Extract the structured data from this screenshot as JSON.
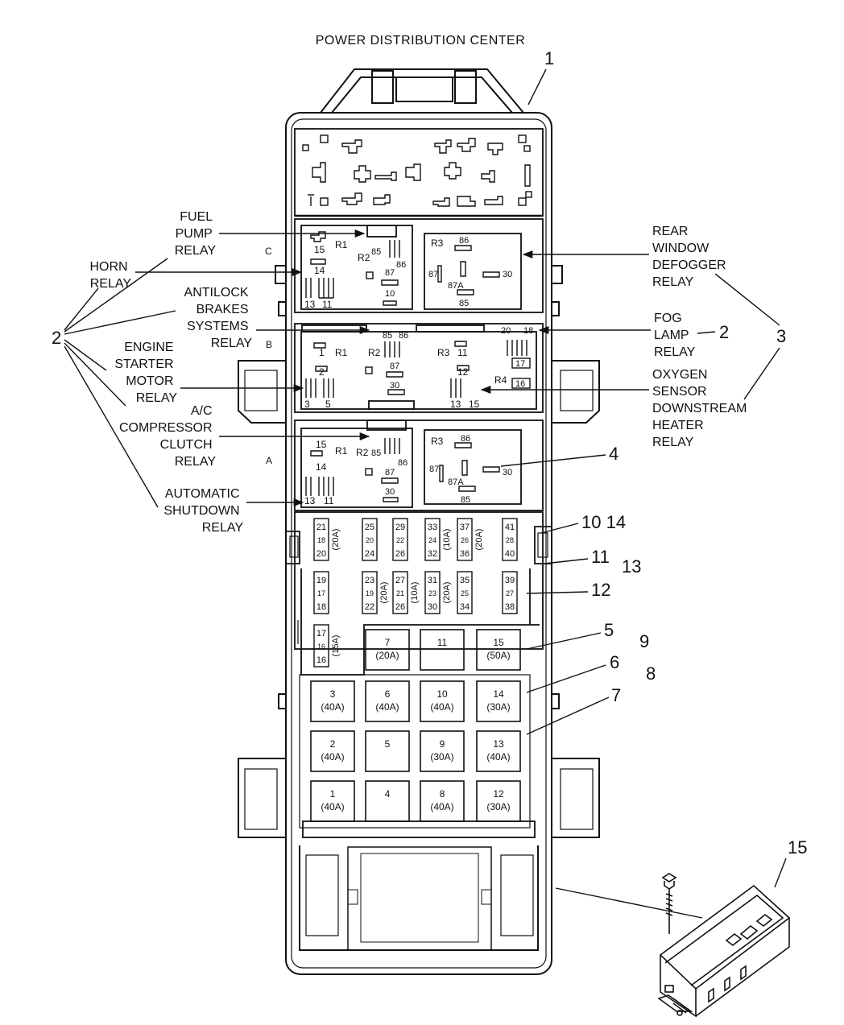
{
  "title": "POWER DISTRIBUTION CENTER",
  "callouts": {
    "n1": "1",
    "n2a": "2",
    "n2b": "2",
    "n3": "3",
    "n4": "4",
    "n5": "5",
    "n6": "6",
    "n7": "7",
    "n8": "8",
    "n9": "9",
    "n10_14": "10 14",
    "n11": "11",
    "n13": "13",
    "n12": "12",
    "n15": "15"
  },
  "labels": {
    "fuel_pump_relay": [
      "FUEL",
      "PUMP",
      "RELAY"
    ],
    "horn_relay": [
      "HORN",
      "RELAY"
    ],
    "antilock_relay": [
      "ANTILOCK",
      "BRAKES",
      "SYSTEMS",
      "RELAY"
    ],
    "starter_relay": [
      "ENGINE",
      "STARTER",
      "MOTOR",
      "RELAY"
    ],
    "ac_relay": [
      "A/C",
      "COMPRESSOR",
      "CLUTCH",
      "RELAY"
    ],
    "asd_relay": [
      "AUTOMATIC",
      "SHUTDOWN",
      "RELAY"
    ],
    "defogger_relay": [
      "REAR",
      "WINDOW",
      "DEFOGGER",
      "RELAY"
    ],
    "fog_relay": [
      "FOG",
      "LAMP",
      "RELAY"
    ],
    "o2_relay": [
      "OXYGEN",
      "SENSOR",
      "DOWNSTREAM",
      "HEATER",
      "RELAY"
    ]
  },
  "section_letters": {
    "c": "C",
    "b": "B",
    "a": "A"
  },
  "relay_block_c": {
    "r1": "R1",
    "r2": "R2",
    "r3": "R3",
    "t15": "15",
    "t14": "14",
    "t13": "13",
    "t11": "11",
    "t85": "85",
    "t86": "86",
    "t87": "87",
    "t10": "10",
    "r3_86": "86",
    "r3_87": "87",
    "r3_87a": "87A",
    "r3_30": "30",
    "r3_85": "85"
  },
  "relay_block_b": {
    "r1": "R1",
    "r2": "R2",
    "r3": "R3",
    "r4": "R4",
    "t1": "1",
    "t2": "2",
    "t3": "3",
    "t5": "5",
    "t85": "85",
    "t86": "86",
    "t87": "87",
    "t30": "30",
    "t11": "11",
    "t12": "12",
    "t13": "13",
    "t15": "15",
    "t20": "20",
    "t18": "18",
    "t17": "17",
    "t16": "16"
  },
  "relay_block_a": {
    "r1": "R1",
    "r2": "R2",
    "r3": "R3",
    "t15": "15",
    "t14": "14",
    "t13": "13",
    "t11": "11",
    "t85": "85",
    "t86": "86",
    "t87": "87",
    "t30": "30",
    "r3_86": "86",
    "r3_87": "87",
    "r3_87a": "87A",
    "r3_30": "30",
    "r3_85": "85"
  },
  "mini_fuses_row1": [
    {
      "top": "21",
      "mid": "18",
      "bot": "20",
      "amp": "(20A)"
    },
    {
      "top": "25",
      "mid": "20",
      "bot": "24",
      "amp": ""
    },
    {
      "top": "29",
      "mid": "22",
      "bot": "26",
      "amp": ""
    },
    {
      "top": "33",
      "mid": "24",
      "bot": "32",
      "amp": "(10A)"
    },
    {
      "top": "37",
      "mid": "26",
      "bot": "36",
      "amp": "(20A)"
    },
    {
      "top": "41",
      "mid": "28",
      "bot": "40",
      "amp": ""
    }
  ],
  "mini_fuses_row2": [
    {
      "top": "19",
      "mid": "17",
      "bot": "18",
      "amp": ""
    },
    {
      "top": "23",
      "mid": "19",
      "bot": "22",
      "amp": "(20A)"
    },
    {
      "top": "27",
      "mid": "21",
      "bot": "26",
      "amp": "(10A)"
    },
    {
      "top": "31",
      "mid": "23",
      "bot": "30",
      "amp": "(20A)"
    },
    {
      "top": "35",
      "mid": "25",
      "bot": "34",
      "amp": ""
    },
    {
      "top": "39",
      "mid": "27",
      "bot": "38",
      "amp": ""
    }
  ],
  "mini_fuse_row3": {
    "top": "17",
    "mid": "16",
    "bot": "16",
    "amp": "(15A)"
  },
  "maxi_fuses": [
    [
      {
        "num": "7",
        "amp": "(20A)"
      },
      {
        "num": "11",
        "amp": ""
      },
      {
        "num": "15",
        "amp": "(50A)"
      }
    ],
    [
      {
        "num": "3",
        "amp": "(40A)"
      },
      {
        "num": "6",
        "amp": "(40A)"
      },
      {
        "num": "10",
        "amp": "(40A)"
      },
      {
        "num": "14",
        "amp": "(30A)"
      }
    ],
    [
      {
        "num": "2",
        "amp": "(40A)"
      },
      {
        "num": "5",
        "amp": ""
      },
      {
        "num": "9",
        "amp": "(30A)"
      },
      {
        "num": "13",
        "amp": "(40A)"
      }
    ],
    [
      {
        "num": "1",
        "amp": "(40A)"
      },
      {
        "num": "4",
        "amp": ""
      },
      {
        "num": "8",
        "amp": "(40A)"
      },
      {
        "num": "12",
        "amp": "(30A)"
      }
    ]
  ]
}
